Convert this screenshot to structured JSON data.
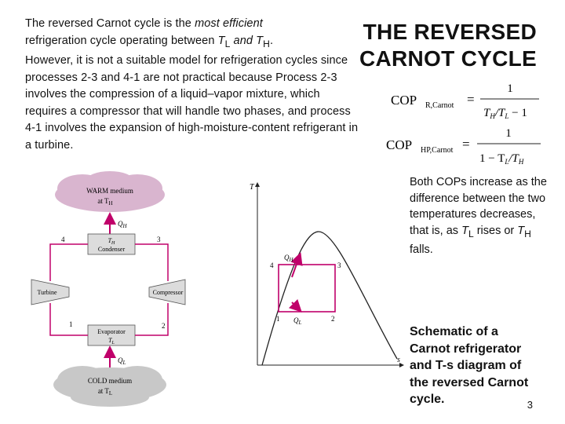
{
  "intro": {
    "l1_a": "The reversed Carnot cycle is the ",
    "l1_b": "most efficient",
    "l2_a": "refrigeration cycle operating between ",
    "tl": "T",
    "tl_sub": "L",
    "and": " and ",
    "th": "T",
    "th_sub": "H",
    "l2_end": ".",
    "rest": "However, it is not a suitable model for refrigeration cycles since processes 2-3 and 4-1 are not practical because Process 2-3 involves the compression of a liquid–vapor mixture, which requires a compressor that will handle two phases, and process 4-1 involves the expansion of high-moisture-content refrigerant in a turbine."
  },
  "title": {
    "line1": "THE REVERSED",
    "line2": "CARNOT CYCLE"
  },
  "cop": {
    "r_label": "COP",
    "r_sub": "R,Carnot",
    "hp_label": "COP",
    "hp_sub": "HP,Carnot",
    "eq": "=",
    "num": "1",
    "r_den_a": "T",
    "r_den_a_sub": "H",
    "r_den_b": "/T",
    "r_den_b_sub": "L",
    "r_den_c": " − 1",
    "hp_den_a": "1 − T",
    "hp_den_a_sub": "L",
    "hp_den_b": "/T",
    "hp_den_b_sub": "H"
  },
  "caption1": {
    "text": "Both COPs increase as the difference between the two temperatures decreases, that is, as ",
    "tl": "T",
    "tl_sub": "L",
    "mid": " rises or ",
    "th": "T",
    "th_sub": "H",
    "end": " falls."
  },
  "caption2": {
    "text": "Schematic of a Carnot refrigerator and T-s diagram of the reversed Carnot cycle."
  },
  "page_number": "3",
  "schematic": {
    "warm_line1": "WARM medium",
    "warm_line2": "at T",
    "warm_sub": "H",
    "qh": "Q",
    "qh_sub": "H",
    "condenser_t": "T",
    "condenser_t_sub": "H",
    "condenser": "Condenser",
    "turbine": "Turbine",
    "compressor": "Compressor",
    "evaporator": "Evaporator",
    "evap_t": "T",
    "evap_t_sub": "L",
    "ql": "Q",
    "ql_sub": "L",
    "cold_line1": "COLD medium",
    "cold_line2": "at T",
    "cold_sub": "L",
    "n1": "1",
    "n2": "2",
    "n3": "3",
    "n4": "4"
  },
  "ts": {
    "t_axis": "T",
    "s_axis": "s",
    "qh": "Q",
    "qh_sub": "H",
    "ql": "Q",
    "ql_sub": "L",
    "n1": "1",
    "n2": "2",
    "n3": "3",
    "n4": "4"
  },
  "colors": {
    "accent": "#c0006a",
    "cloud_warm": "#d9b5cf",
    "cloud_cold": "#c8c8c8",
    "box": "#dcdcdc"
  }
}
